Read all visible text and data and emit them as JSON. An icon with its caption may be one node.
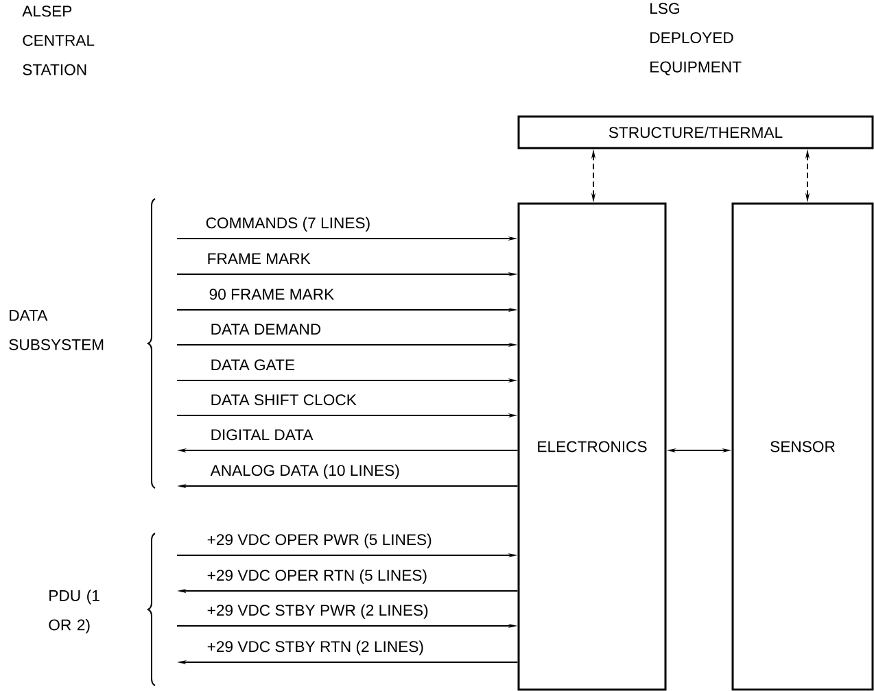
{
  "diagram": {
    "nodes": [
      {
        "text": [
          "STRUCTURE/THERMAL"
        ]
      },
      {
        "text": [
          "ELECTRONICS"
        ]
      },
      {
        "text": [
          "SENSOR"
        ]
      }
    ],
    "edges": [
      {
        "from": 0,
        "to": 1,
        "arrow": "both",
        "style": "dashed"
      },
      {
        "from": 0,
        "to": 2,
        "arrow": "both",
        "style": "dashed"
      },
      {
        "from": null,
        "to": 1,
        "arrow": "to",
        "label": "COMMANDS (7 LINES)"
      },
      {
        "from": null,
        "to": 1,
        "arrow": "to",
        "label": "FRAME MARK"
      },
      {
        "from": null,
        "to": 1,
        "arrow": "to",
        "label": "90 FRAME MARK"
      },
      {
        "from": null,
        "to": 1,
        "arrow": "to",
        "label": "DATA DEMAND"
      },
      {
        "from": null,
        "to": 1,
        "arrow": "to",
        "label": "DATA GATE"
      },
      {
        "from": null,
        "to": 1,
        "arrow": "to",
        "label": "DATA SHIFT CLOCK"
      },
      {
        "from": 1,
        "to": null,
        "arrow": "to",
        "label": "DIGITAL DATA"
      },
      {
        "from": 1,
        "to": null,
        "arrow": "to",
        "label": "ANALOG DATA (10 LINES)"
      },
      {
        "from": 1,
        "to": 2,
        "arrow": "both"
      },
      {
        "from": null,
        "to": 1,
        "arrow": "to",
        "label": "+29 VDC OPER PWR (5 LINES)"
      },
      {
        "from": 1,
        "to": null,
        "arrow": "to",
        "label": "+29 VDC OPER RTN (5 LINES)"
      },
      {
        "from": null,
        "to": 1,
        "arrow": "to",
        "label": "+29 VDC STBY PWR (2 LINES)"
      },
      {
        "from": 1,
        "to": null,
        "arrow": "to",
        "label": "+29 VDC STBY RTN (2 LINES)"
      }
    ],
    "labels": [
      "ALSEP CENTRAL STATION",
      "LSG DEPLOYED EQUIPMENT",
      "DATA SUBSYSTEM",
      "PDU (1 OR 2)"
    ]
  }
}
